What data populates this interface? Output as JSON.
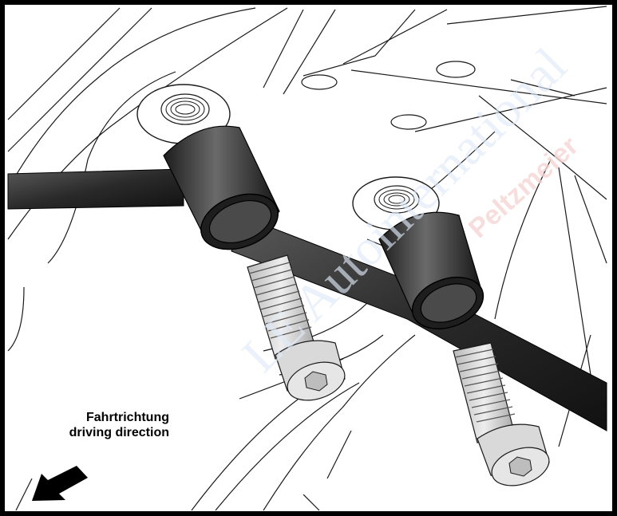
{
  "caption": {
    "line_de": "Fahrtrichtung",
    "line_en": "driving direction"
  },
  "watermark": {
    "text_1": "LE Autointernational",
    "text_2": "Peltzmeier"
  },
  "colors": {
    "frame": "#000000",
    "line_art": "#1a1a1a",
    "tube": "#2b2b2b",
    "bolt": "#d6d6d6",
    "watermark_light": "#dfe9f7",
    "watermark_red": "#f6d4d4"
  }
}
